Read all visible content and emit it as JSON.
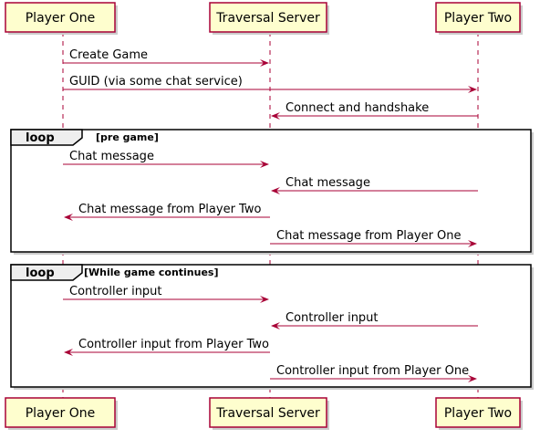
{
  "participants": [
    {
      "id": "p1",
      "label": "Player One"
    },
    {
      "id": "srv",
      "label": "Traversal Server"
    },
    {
      "id": "p2",
      "label": "Player Two"
    }
  ],
  "messages": [
    {
      "from": "p1",
      "to": "srv",
      "label": "Create Game"
    },
    {
      "from": "p1",
      "to": "p2",
      "label": "GUID (via some chat service)"
    },
    {
      "from": "p2",
      "to": "srv",
      "label": "Connect and handshake"
    },
    {
      "from": "p1",
      "to": "srv",
      "label": "Chat message"
    },
    {
      "from": "p2",
      "to": "srv",
      "label": "Chat message"
    },
    {
      "from": "srv",
      "to": "p1",
      "label": "Chat message from Player Two"
    },
    {
      "from": "srv",
      "to": "p2",
      "label": "Chat message from Player One"
    },
    {
      "from": "p1",
      "to": "srv",
      "label": "Controller input"
    },
    {
      "from": "p2",
      "to": "srv",
      "label": "Controller input"
    },
    {
      "from": "srv",
      "to": "p1",
      "label": "Controller input from Player Two"
    },
    {
      "from": "srv",
      "to": "p2",
      "label": "Controller input from Player One"
    }
  ],
  "loops": [
    {
      "keyword": "loop",
      "guard": "[pre game]",
      "first_message": 3,
      "last_message": 6
    },
    {
      "keyword": "loop",
      "guard": "[While game continues]",
      "first_message": 7,
      "last_message": 10
    }
  ]
}
